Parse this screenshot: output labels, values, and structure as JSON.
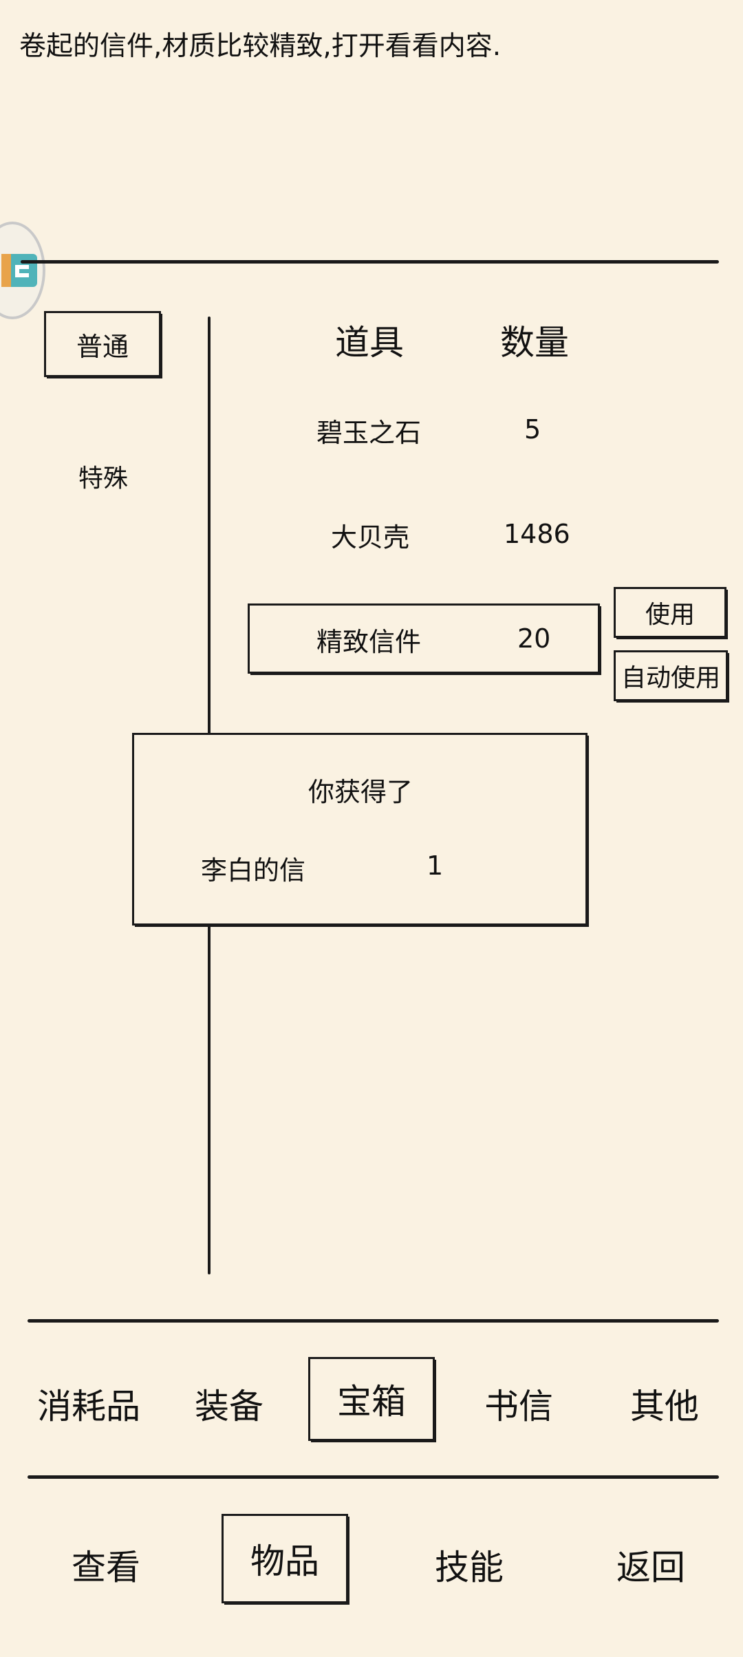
{
  "description": "卷起的信件,材质比较精致,打开看看内容.",
  "side_tabs": [
    "普通",
    "特殊"
  ],
  "table": {
    "header_item": "道具",
    "header_qty": "数量",
    "rows": [
      {
        "name": "碧玉之石",
        "qty": "5"
      },
      {
        "name": "大贝壳",
        "qty": "1486"
      },
      {
        "name": "精致信件",
        "qty": "20"
      }
    ]
  },
  "actions": {
    "use": "使用",
    "auto_use": "自动使用"
  },
  "popup": {
    "title": "你获得了",
    "item_name": "李白的信",
    "item_qty": "1"
  },
  "category_tabs": [
    "消耗品",
    "装备",
    "宝箱",
    "书信",
    "其他"
  ],
  "bottom_nav": [
    "查看",
    "物品",
    "技能",
    "返回"
  ],
  "selected_category": "宝箱",
  "selected_nav": "物品",
  "colors": {
    "background": "#faf2e2",
    "ink": "#1a1a1a",
    "overlay_teal": "#4fb3b9",
    "overlay_orange": "#e8a34a"
  }
}
